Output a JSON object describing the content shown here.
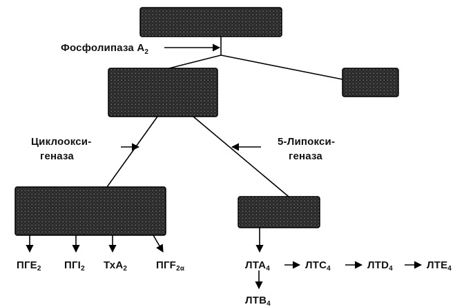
{
  "enzymes": {
    "phospholipase": {
      "name": "Фосфолипаза A",
      "sub": "2"
    },
    "cyclooxygenase": {
      "line1": "Циклоокси-",
      "line2": "геназа"
    },
    "lipoxygenase": {
      "line1": "5-Липокси-",
      "line2": "геназа"
    }
  },
  "products": {
    "pge2": {
      "main": "ПГЕ",
      "sub": "2"
    },
    "pgi2": {
      "main": "ПГI",
      "sub": "2"
    },
    "txa2": {
      "main": "ТхА",
      "sub": "2"
    },
    "pgf2a": {
      "main": "ПГF",
      "sub": "2α"
    },
    "lta4": {
      "main": "ЛТА",
      "sub": "4"
    },
    "ltc4": {
      "main": "ЛТС",
      "sub": "4"
    },
    "ltd4": {
      "main": "ЛТD",
      "sub": "4"
    },
    "lte4": {
      "main": "ЛТЕ",
      "sub": "4"
    },
    "ltb4": {
      "main": "ЛТВ",
      "sub": "4"
    }
  },
  "colors": {
    "box_fill": "#2a2a2a",
    "box_dots": "#6a6a6a",
    "line": "#000000",
    "text": "#111111"
  }
}
